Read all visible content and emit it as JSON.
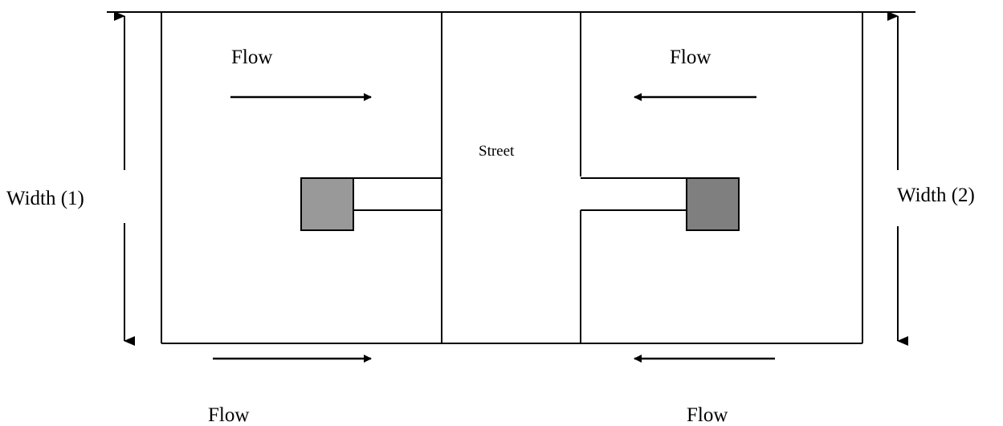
{
  "labels": {
    "flow_top_left": "Flow",
    "flow_top_right": "Flow",
    "flow_bottom_left": "Flow",
    "flow_bottom_right": "Flow",
    "street": "Street",
    "width_left": "Width (1)",
    "width_right": "Width (2)"
  },
  "colors": {
    "line": "#000000",
    "background": "#ffffff",
    "building_left": "#999999",
    "building_right": "#7f7f7f"
  }
}
